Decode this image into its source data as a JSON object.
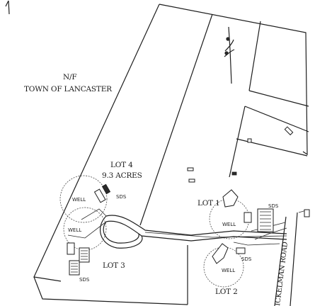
{
  "map": {
    "abutter": {
      "line1": "N/F",
      "line2": "TOWN OF LANCASTER"
    },
    "lots": [
      {
        "name": "LOT 4",
        "area": "9.3 ACRES"
      },
      {
        "name": "LOT 1"
      },
      {
        "name": "LOT 3"
      },
      {
        "name": "LOT 2"
      }
    ],
    "labels": {
      "well": "WELL",
      "sds": "SDS",
      "road": "ICKELMAN ROAD"
    }
  }
}
